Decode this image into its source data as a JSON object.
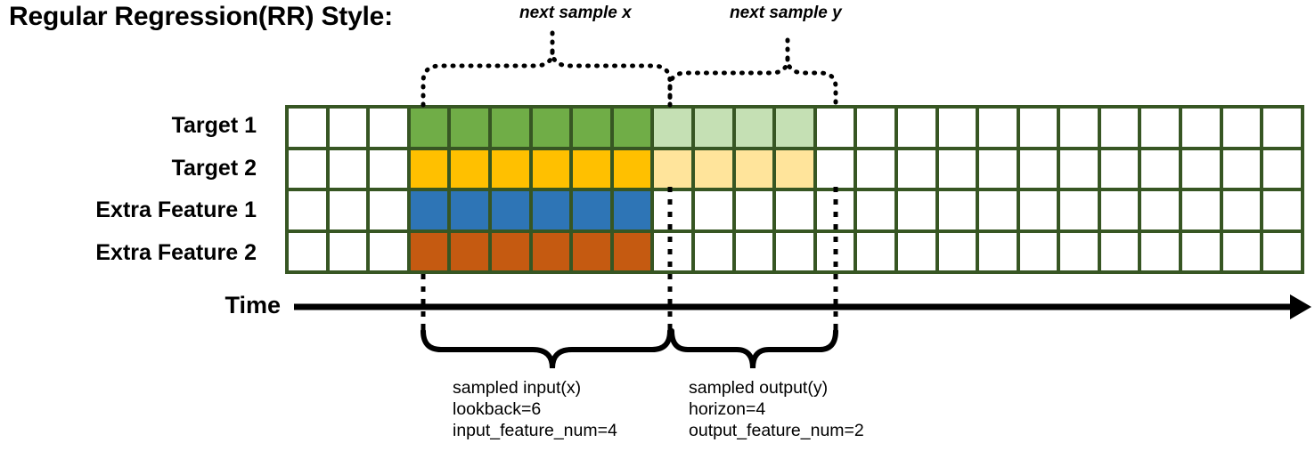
{
  "title": "Regular Regression(RR) Style:",
  "top_captions": {
    "input": "next sample x",
    "output": "next sample y"
  },
  "rows": [
    {
      "label": "Target 1",
      "fill": "#70ad47",
      "light": "#c5e0b4",
      "has_output": true
    },
    {
      "label": "Target 2",
      "fill": "#ffc000",
      "light": "#ffe49b",
      "has_output": true
    },
    {
      "label": "Extra Feature 1",
      "fill": "#2e75b6",
      "light": "#ffffff",
      "has_output": false
    },
    {
      "label": "Extra Feature 2",
      "fill": "#c55a11",
      "light": "#ffffff",
      "has_output": false
    }
  ],
  "grid": {
    "columns": 25,
    "lead_empty": 3,
    "input_span": 6,
    "output_span": 4,
    "trail_empty": 12,
    "border_color": "#375623",
    "empty_color": "#ffffff"
  },
  "time_axis": {
    "label": "Time"
  },
  "notes": {
    "input": {
      "line1": "sampled input(x)",
      "line2": "lookback=6",
      "line3": "input_feature_num=4"
    },
    "output": {
      "line1": "sampled output(y)",
      "line2": "horizon=4",
      "line3": "output_feature_num=2"
    }
  }
}
